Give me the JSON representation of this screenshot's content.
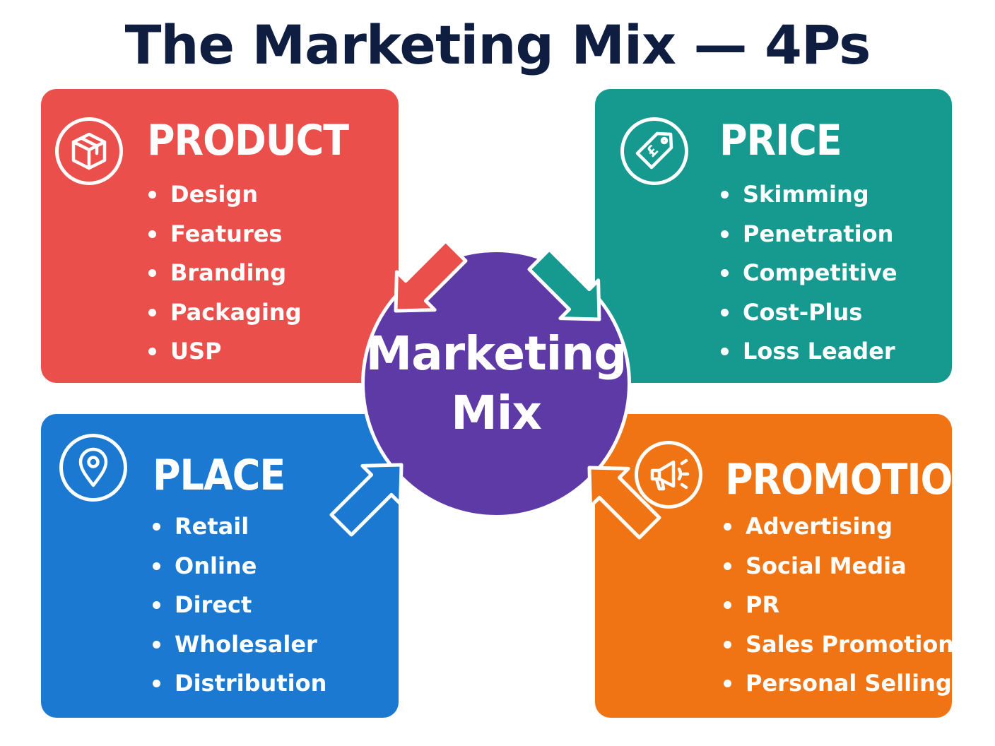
{
  "title": "The Marketing Mix — 4Ps",
  "center": {
    "line1": "Marketing",
    "line2": "Mix"
  },
  "quadrants": {
    "product": {
      "heading": "PRODUCT",
      "icon": "box-icon",
      "items": [
        "Design",
        "Features",
        "Branding",
        "Packaging",
        "USP"
      ]
    },
    "price": {
      "heading": "PRICE",
      "icon": "price-tag-icon",
      "items": [
        "Skimming",
        "Penetration",
        "Competitive",
        "Cost-Plus",
        "Loss Leader"
      ]
    },
    "place": {
      "heading": "PLACE",
      "icon": "location-pin-icon",
      "items": [
        "Retail",
        "Online",
        "Direct",
        "Wholesaler",
        "Distribution"
      ]
    },
    "promotion": {
      "heading": "PROMOTION",
      "icon": "megaphone-icon",
      "items": [
        "Advertising",
        "Social Media",
        "PR",
        "Sales Promotion",
        "Personal Selling"
      ]
    }
  },
  "price_icon_symbol": "£",
  "colors": {
    "title": "#0f1d40",
    "product": "#eb4f4b",
    "price": "#16998e",
    "place": "#1b79d2",
    "promotion": "#f07414",
    "center": "#5d3aa6"
  }
}
